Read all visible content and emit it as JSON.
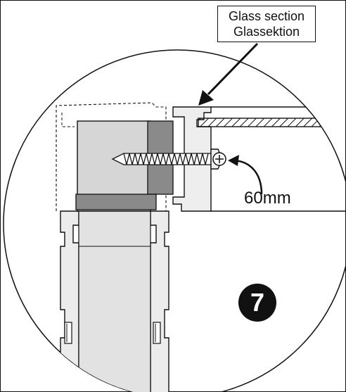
{
  "callout": {
    "line1": "Glass section",
    "line2": "Glassektion"
  },
  "dimension": {
    "label": "60mm"
  },
  "step": {
    "number": "7"
  },
  "colors": {
    "ink": "#111111",
    "part_fill": "#e6e6e6",
    "block_fill": "#d4d4d4",
    "gasket_fill": "#8a8a8a",
    "badge": "#111111"
  }
}
